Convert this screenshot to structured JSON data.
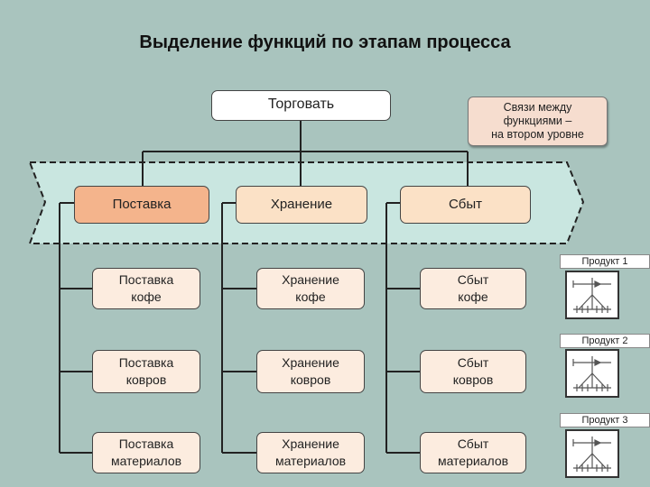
{
  "title": "Выделение функций по этапам процесса",
  "root": {
    "label": "Торговать"
  },
  "note": {
    "text": "Связи между\nфункциями –\nна втором уровне"
  },
  "stages": [
    {
      "label": "Поставка"
    },
    {
      "label": "Хранение"
    },
    {
      "label": "Сбыт"
    }
  ],
  "rows": [
    {
      "product_label": "Продукт 1",
      "cells": [
        "Поставка\nкофе",
        "Хранение\nкофе",
        "Сбыт\nкофе"
      ]
    },
    {
      "product_label": "Продукт 2",
      "cells": [
        "Поставка\nковров",
        "Хранение\nковров",
        "Сбыт\nковров"
      ]
    },
    {
      "product_label": "Продукт 3",
      "cells": [
        "Поставка\nматериалов",
        "Хранение\nматериалов",
        "Сбыт\nматериалов"
      ]
    }
  ],
  "colors": {
    "background": "#a9c4be",
    "band": "#c9e6e0",
    "stage_highlight": "#f4b48c",
    "stage": "#fbe1c6",
    "cell": "#fcecdf",
    "note": "#f6ddcf"
  },
  "icons": {
    "product": "tree-hierarchy-icon"
  }
}
